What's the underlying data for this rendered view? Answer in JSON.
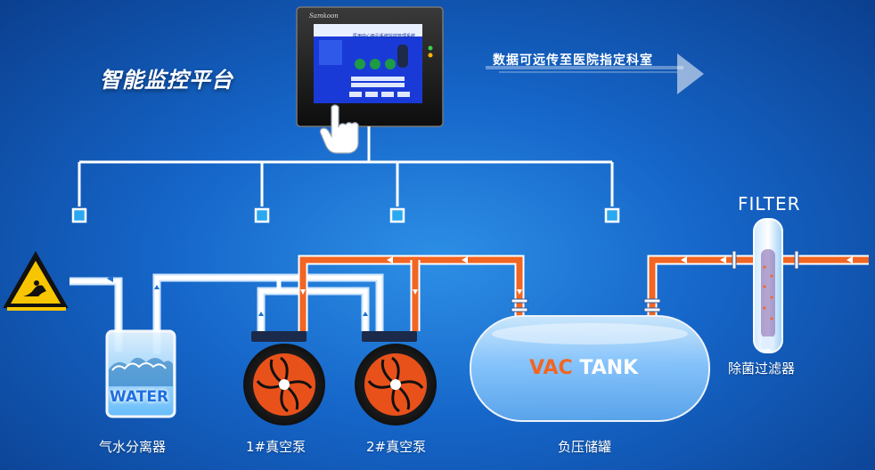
{
  "platform": {
    "title": "智能监控平台"
  },
  "transfer_note": "数据可远传至医院指定科室",
  "monitor": {
    "brand": "Samkoon",
    "screen_title": "医用中心吸引系统监控管理系统"
  },
  "filter_title": "FILTER",
  "components": {
    "separator": "气水分离器",
    "pump1": "1#真空泵",
    "pump2": "2#真空泵",
    "tank": "负压储罐",
    "filter": "除菌过滤器"
  },
  "water_label": "WATER",
  "tank_label": {
    "vac": "VAC",
    "tank": "TANK"
  },
  "colors": {
    "background": "#1565c8",
    "pipe_orange": "#f26522",
    "pipe_white": "#ffffff",
    "sensor_fill": "#2aa8f0",
    "warning_yellow": "#f7c600",
    "tank_blue": "#a9d8ff"
  },
  "icons": [
    "warning-triangle-icon",
    "hand-pointer-icon",
    "arrow-right-icon",
    "pump-rotor-icon",
    "sensor-node-icon",
    "flow-arrow-icon"
  ]
}
